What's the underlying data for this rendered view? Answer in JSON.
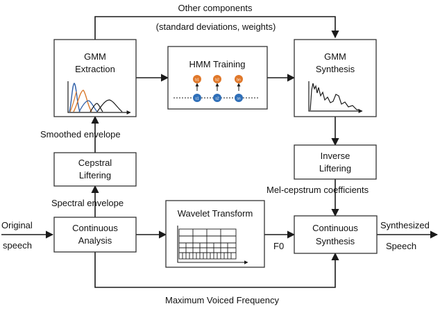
{
  "blocks": {
    "gmm_extraction": [
      "GMM",
      "Extraction"
    ],
    "hmm_training": "HMM Training",
    "gmm_synthesis": [
      "GMM",
      "Synthesis"
    ],
    "cepstral_liftering": [
      "Cepstral",
      "Liftering"
    ],
    "inverse_liftering": [
      "Inverse",
      "Liftering"
    ],
    "continuous_analysis": [
      "Continuous",
      "Analysis"
    ],
    "wavelet_transform": "Wavelet Transform",
    "continuous_synthesis": [
      "Continuous",
      "Synthesis"
    ]
  },
  "labels": {
    "other_components": "Other components",
    "other_components_detail": "(standard deviations, weights)",
    "smoothed_envelope": "Smoothed envelope",
    "spectral_envelope": "Spectral envelope",
    "mel_cepstrum": "Mel-cepstrum coefficients",
    "original_speech": [
      "Original",
      "speech"
    ],
    "synthesized_speech": [
      "Synthesized",
      "Speech"
    ],
    "f0": "F0",
    "max_voiced_frequency": "Maximum Voiced Frequency"
  },
  "hmm_states": {
    "top": [
      "b1",
      "b2",
      "bn"
    ],
    "bottom": [
      "s1",
      "s2",
      "sn"
    ]
  },
  "colors": {
    "state_top": "#e0782a",
    "state_bottom": "#2f6fb8",
    "line": "#1a1a1a",
    "curve_blue": "#2e5fa8",
    "curve_orange": "#d9782a",
    "curve_black": "#1a1a1a"
  }
}
